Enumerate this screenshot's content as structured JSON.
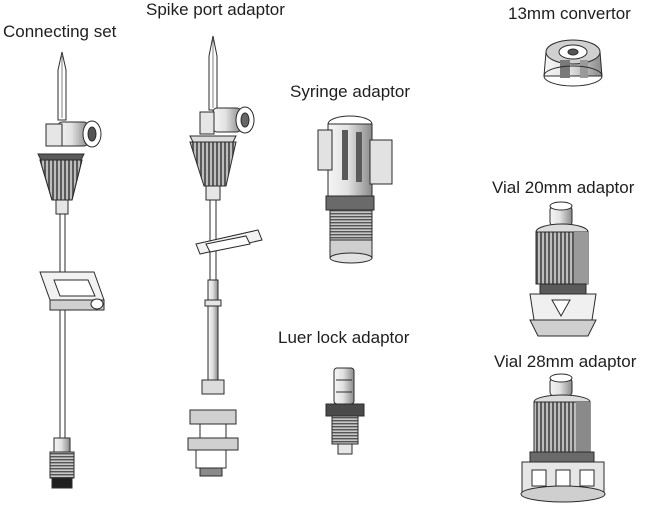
{
  "labels": {
    "connecting_set": "Connecting set",
    "spike_port_adaptor": "Spike port adaptor",
    "syringe_adaptor": "Syringe adaptor",
    "luer_lock_adaptor": "Luer lock adaptor",
    "convertor_13mm": "13mm convertor",
    "vial_20mm_adaptor": "Vial 20mm adaptor",
    "vial_28mm_adaptor": "Vial 28mm adaptor"
  },
  "colors": {
    "line": "#2b2b2b",
    "dark_fill": "#5a5a5a",
    "mid_fill": "#9a9a9a",
    "light_fill": "#d9d9d9",
    "background": "#ffffff"
  }
}
